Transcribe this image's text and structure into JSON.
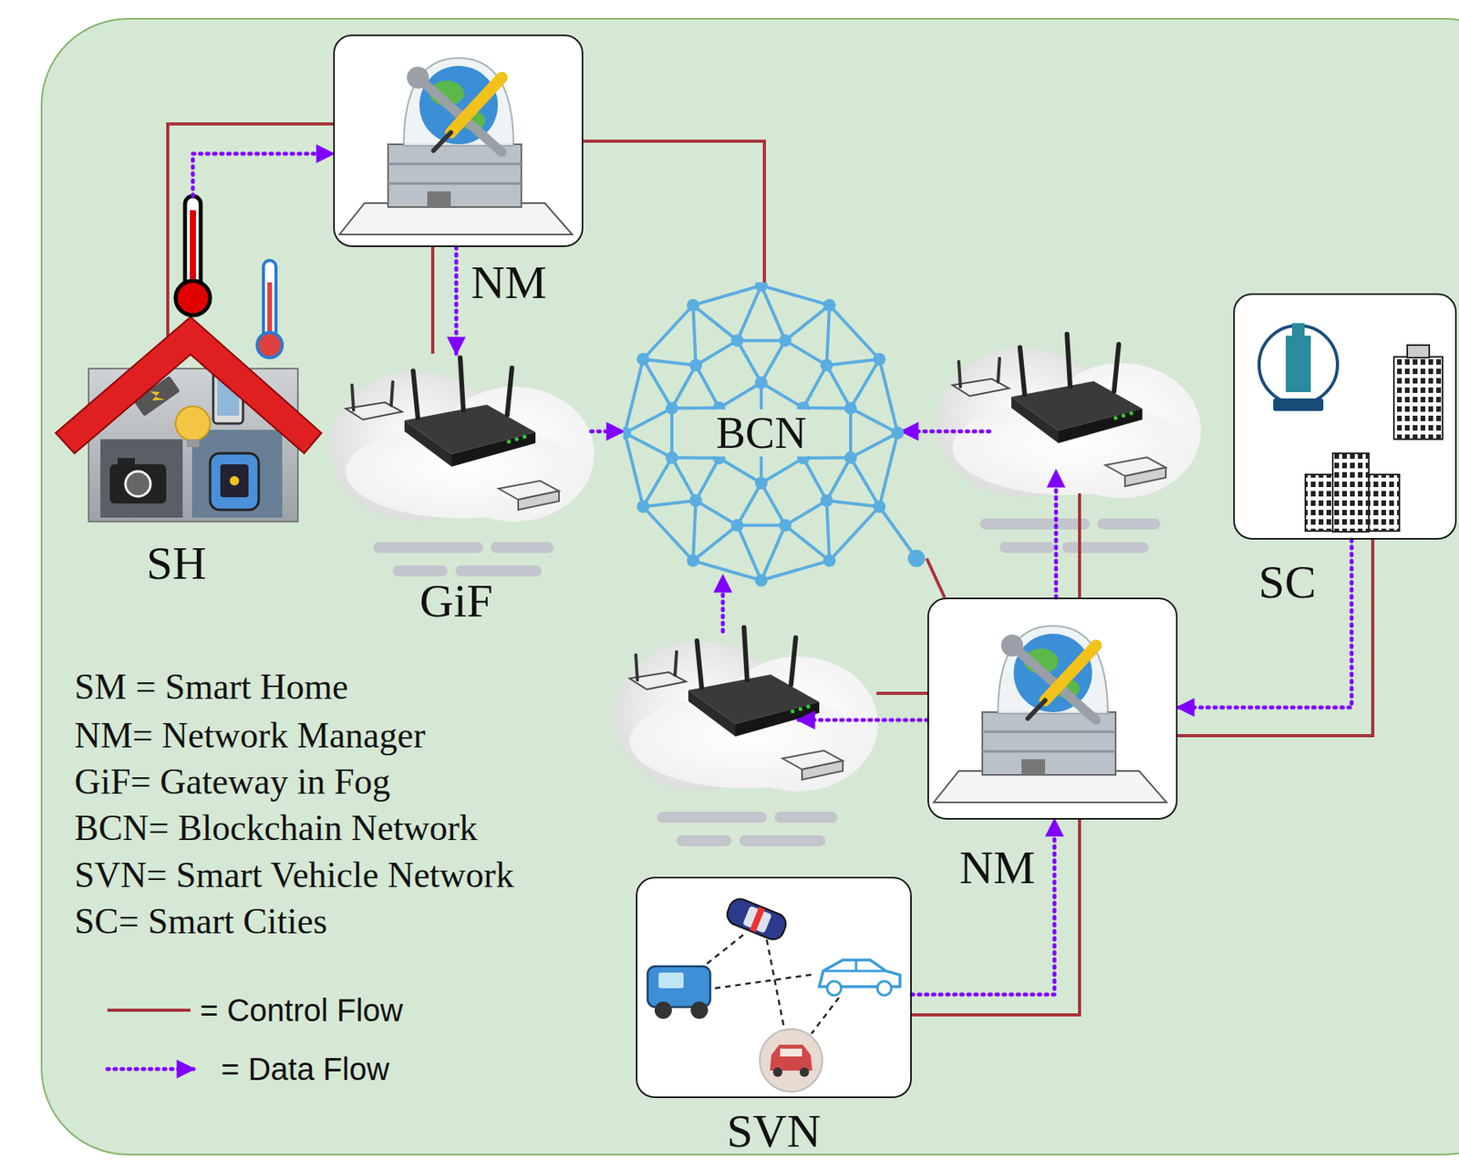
{
  "diagram": {
    "nodes": [
      {
        "text": [
          "SH"
        ]
      },
      {
        "text": [
          "NM"
        ]
      },
      {
        "text": [
          "GiF"
        ]
      },
      {
        "text": [
          "BCN"
        ]
      },
      {
        "text": [
          "SC"
        ]
      },
      {
        "text": [
          "NM"
        ]
      },
      {
        "text": [
          "SVN"
        ]
      }
    ],
    "edges": [
      {
        "from": 0,
        "to": 1,
        "arrow": "to"
      },
      {
        "from": 0,
        "to": 1,
        "arrow": "none"
      },
      {
        "from": 1,
        "to": 2,
        "arrow": "to"
      },
      {
        "from": 1,
        "to": 2,
        "arrow": "none"
      },
      {
        "from": 2,
        "to": 3,
        "arrow": "to"
      },
      {
        "from": 1,
        "to": 3,
        "arrow": "none"
      },
      {
        "from": 3,
        "to": 5,
        "arrow": "none"
      },
      {
        "from": 4,
        "to": 5,
        "arrow": "to"
      },
      {
        "from": 4,
        "to": 5,
        "arrow": "none"
      },
      {
        "from": 6,
        "to": 5,
        "arrow": "to"
      },
      {
        "from": 6,
        "to": 5,
        "arrow": "none"
      }
    ],
    "legend": [
      {
        "text": "SM = Smart Home"
      },
      {
        "text": "NM= Network Manager"
      },
      {
        "text": "GiF= Gateway in Fog"
      },
      {
        "text": "BCN= Blockchain Network"
      },
      {
        "text": "SVN= Smart Vehicle Network"
      },
      {
        "text": "SC= Smart Cities"
      },
      {
        "text": "= Control Flow"
      },
      {
        "text": "= Data Flow"
      }
    ]
  }
}
